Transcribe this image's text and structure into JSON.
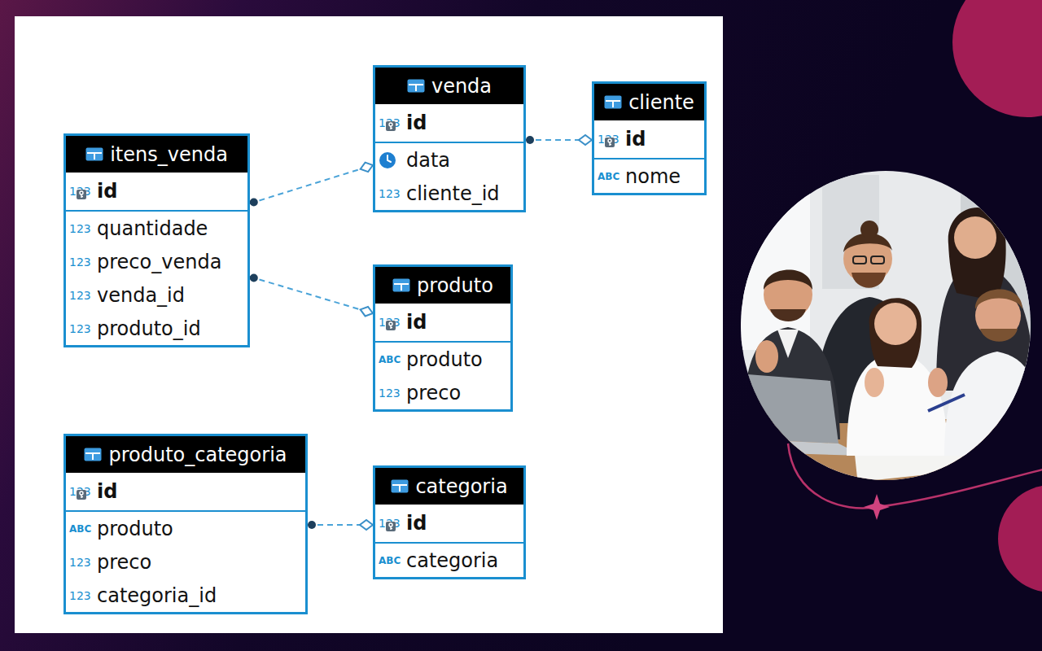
{
  "diagram": {
    "nodes": [
      {
        "text": [
          "venda",
          "id",
          "data",
          "cliente_id"
        ]
      },
      {
        "text": [
          "cliente",
          "id",
          "nome"
        ]
      },
      {
        "text": [
          "itens_venda",
          "id",
          "quantidade",
          "preco_venda",
          "venda_id",
          "produto_id"
        ]
      },
      {
        "text": [
          "produto",
          "id",
          "produto",
          "preco"
        ]
      },
      {
        "text": [
          "produto_categoria",
          "id",
          "produto",
          "preco",
          "categoria_id"
        ]
      },
      {
        "text": [
          "categoria",
          "id",
          "categoria"
        ]
      }
    ],
    "edges": [
      {
        "from": 0,
        "to": 1,
        "arrow": "to"
      },
      {
        "from": 2,
        "to": 0,
        "arrow": "to"
      },
      {
        "from": 2,
        "to": 3,
        "arrow": "to"
      },
      {
        "from": 4,
        "to": 5,
        "arrow": "to"
      }
    ],
    "labels": [
      "123",
      "123",
      "123",
      "ABC",
      "123",
      "123",
      "123",
      "123",
      "123",
      "123",
      "ABC",
      "123",
      "123",
      "ABC",
      "123",
      "123",
      "123",
      "ABC"
    ]
  }
}
